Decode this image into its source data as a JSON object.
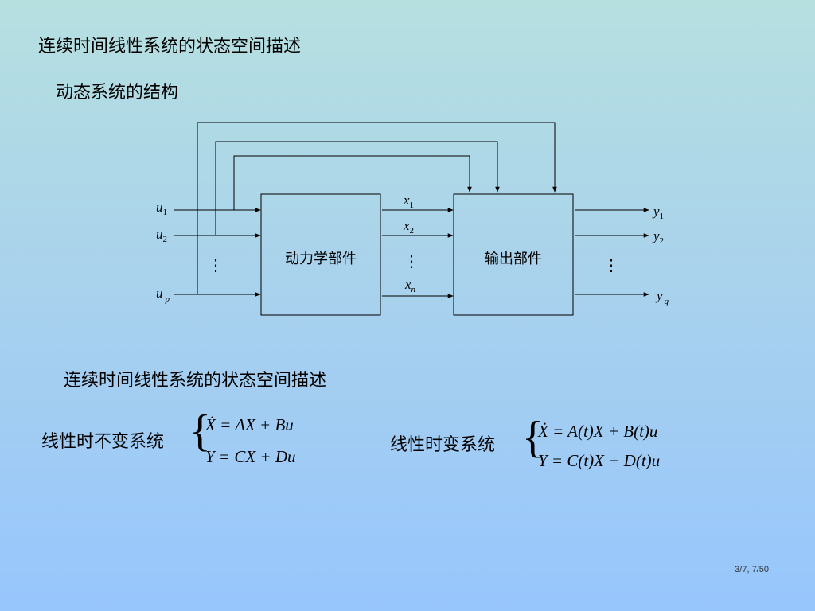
{
  "title": "连续时间线性系统的状态空间描述",
  "section": "动态系统的结构",
  "diagram": {
    "dynamics_block": "动力学部件",
    "output_block": "输出部件",
    "inputs": [
      {
        "var": "u",
        "sub": "1"
      },
      {
        "var": "u",
        "sub": "2"
      },
      {
        "var": "u",
        "sub": "p"
      }
    ],
    "states": [
      {
        "var": "x",
        "sub": "1"
      },
      {
        "var": "x",
        "sub": "2"
      },
      {
        "var": "x",
        "sub": "n"
      }
    ],
    "outputs": [
      {
        "var": "y",
        "sub": "1"
      },
      {
        "var": "y",
        "sub": "2"
      },
      {
        "var": "y",
        "sub": "q"
      }
    ],
    "ellipsis": "⋮"
  },
  "section2": "连续时间线性系统的状态空间描述",
  "lti": {
    "label": "线性时不变系统",
    "eq1": "Ẋ = AX + Bu",
    "eq2": "Y = CX + Du"
  },
  "ltv": {
    "label": "线性时变系统",
    "eq1": "Ẋ = A(t)X + B(t)u",
    "eq2": "Y = C(t)X + D(t)u"
  },
  "page": "3/7, 7/50"
}
